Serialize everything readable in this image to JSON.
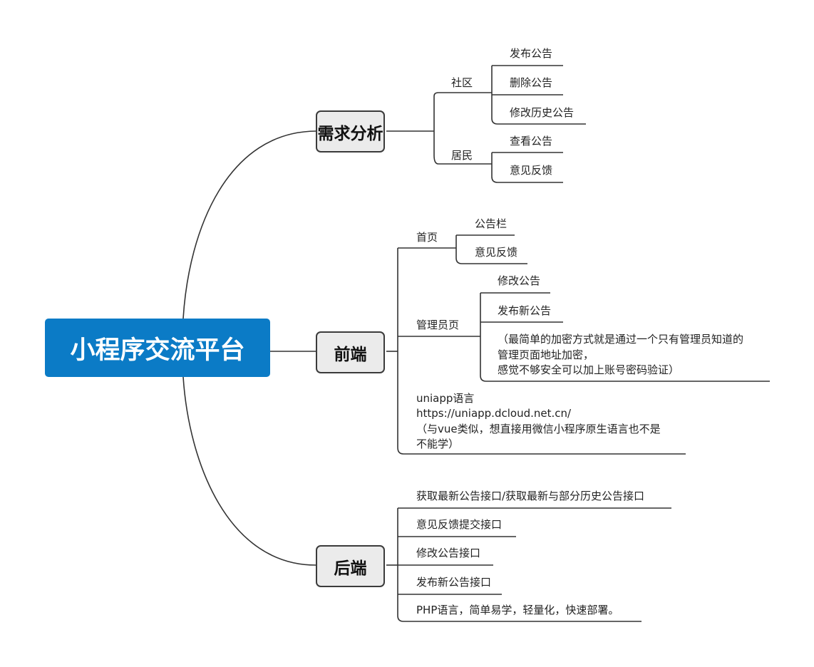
{
  "root": {
    "label": "小程序交流平台"
  },
  "branches": {
    "requirements": {
      "label": "需求分析",
      "community": {
        "label": "社区",
        "items": [
          "发布公告",
          "删除公告",
          "修改历史公告"
        ]
      },
      "residents": {
        "label": "居民",
        "items": [
          "查看公告",
          "意见反馈"
        ]
      }
    },
    "frontend": {
      "label": "前端",
      "home": {
        "label": "首页",
        "items": [
          "公告栏",
          "意见反馈"
        ]
      },
      "admin": {
        "label": "管理员页",
        "items": [
          "修改公告",
          "发布新公告"
        ],
        "note": [
          "（最简单的加密方式就是通过一个只有管理员知道的",
          "管理页面地址加密，",
          "感觉不够安全可以加上账号密码验证）"
        ]
      },
      "uniapp": [
        "uniapp语言",
        "https://uniapp.dcloud.net.cn/",
        "（与vue类似，想直接用微信小程序原生语言也不是",
        "不能学）"
      ]
    },
    "backend": {
      "label": "后端",
      "items": [
        "获取最新公告接口/获取最新与部分历史公告接口",
        "意见反馈提交接口",
        "修改公告接口",
        "发布新公告接口",
        "PHP语言，简单易学，轻量化，快速部署。"
      ]
    }
  }
}
